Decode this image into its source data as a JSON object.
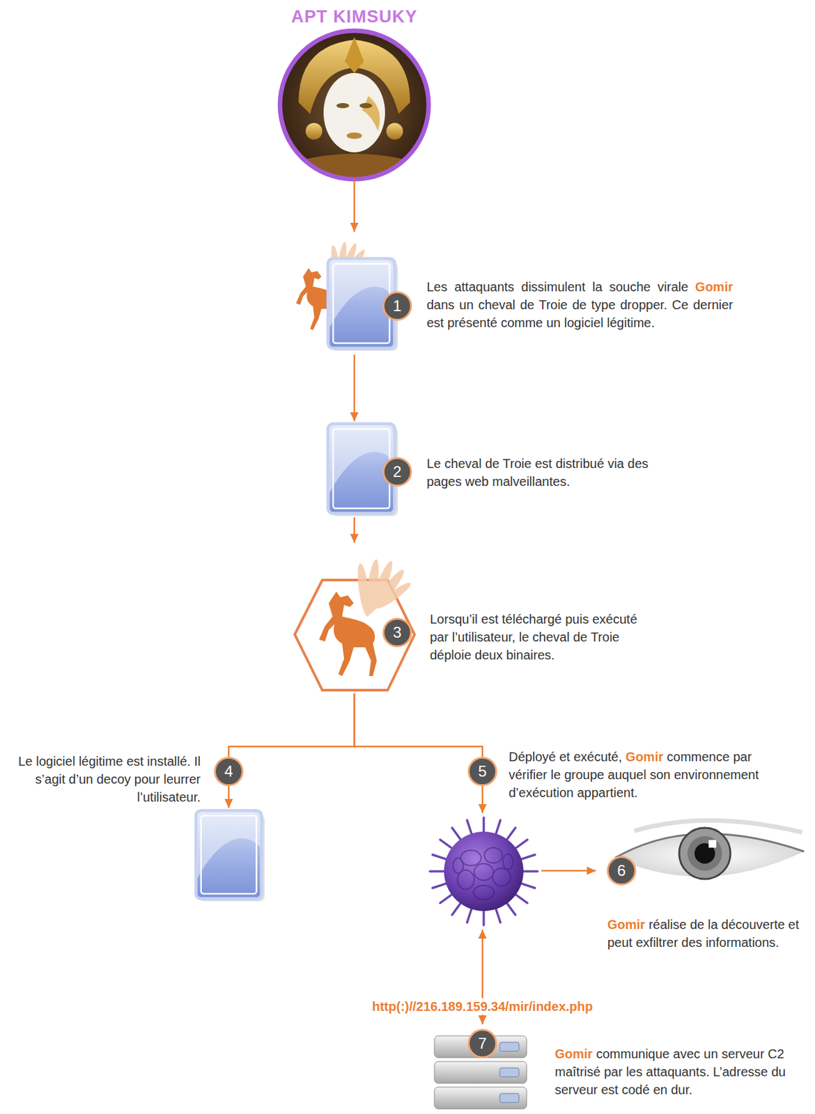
{
  "diagram": {
    "nodes": [
      {
        "text": [
          "APT KIMSUKY"
        ]
      },
      {
        "text": [
          "Les attaquants dissimulent la souche virale Gomir dans un cheval de Troie de type dropper. Ce dernier est présenté comme un logiciel légitime."
        ]
      },
      {
        "text": [
          "Le cheval de Troie est distribué via des pages web malveillantes."
        ]
      },
      {
        "text": [
          "Lorsqu’il est téléchargé puis exécuté par l’utilisateur, le cheval de Troie déploie deux binaires."
        ]
      },
      {
        "text": [
          "Le logiciel légitime est installé. Il s’agit d’un decoy pour leurrer l’utilisateur."
        ]
      },
      {
        "text": [
          "Déployé et exécuté, Gomir commence par vérifier le groupe auquel son environnement d’exécution appartient."
        ]
      },
      {
        "text": [
          "Gomir réalise de la découverte et peut exfiltrer des informations."
        ]
      },
      {
        "text": [
          "Gomir communique avec un serveur C2 maîtrisé par les attaquants. L’adresse du serveur est codé en dur."
        ]
      }
    ],
    "edges": [
      {
        "from": 0,
        "to": 1,
        "arrow": "to"
      },
      {
        "from": 1,
        "to": 2,
        "arrow": "to"
      },
      {
        "from": 2,
        "to": 3,
        "arrow": "to"
      },
      {
        "from": 3,
        "to": 4,
        "arrow": "to"
      },
      {
        "from": 3,
        "to": 5,
        "arrow": "to"
      },
      {
        "from": 5,
        "to": 6,
        "arrow": "to"
      },
      {
        "from": 5,
        "to": 7,
        "label": "http(:)//216.189.159.34/mir/index.php",
        "arrow": "both"
      }
    ],
    "labels": [
      "1",
      "2",
      "3",
      "4",
      "5",
      "6",
      "7"
    ]
  }
}
